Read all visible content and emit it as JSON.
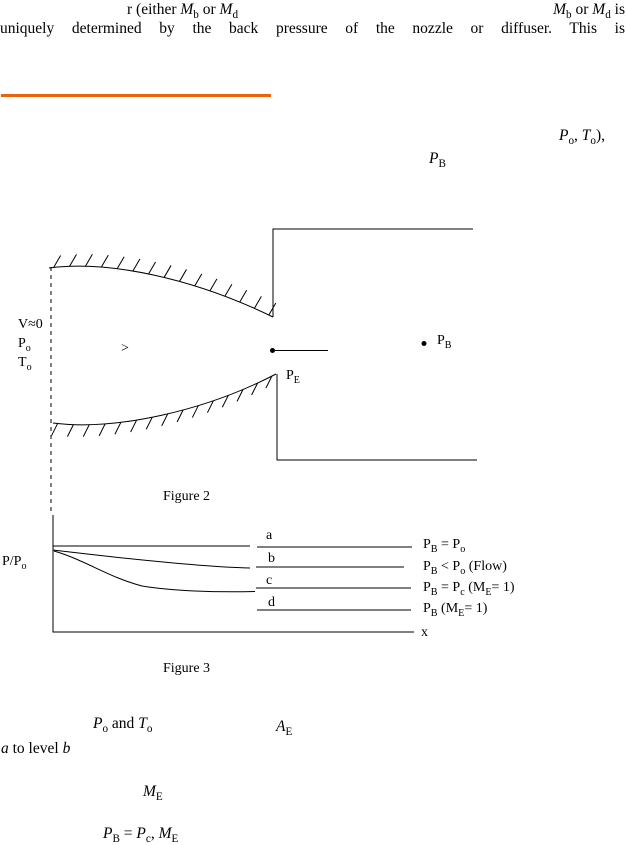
{
  "header": {
    "line1_left": "r (either *M*_{b} or *M*_{d}",
    "line1_right": "*M*_{b} or *M*_{d} is",
    "line2": "uniquely determined by the back pressure of the nozzle or diffuser. This is",
    "stagnation_ref": "*P*_{o}, *T*_{o}),",
    "back_pressure_ref": "*P*_{B}"
  },
  "accent_color": "#E8650C",
  "figure2": {
    "caption": "Figure 2",
    "inlet_velocity": "V≈0",
    "inlet_pressure": "P_{o}",
    "inlet_temperature": "T_{o}",
    "flow_direction": ">",
    "exit_pressure": "P_{E}",
    "back_pressure": "P_{B}"
  },
  "figure3": {
    "caption": "Figure 3",
    "y_axis": "P/P_{o}",
    "x_axis": "x",
    "curves": [
      "a",
      "b",
      "c",
      "d"
    ],
    "levels": [
      "P_{B} = P_{o}",
      "P_{B} < P_{o} (Flow)",
      "P_{B} = P_{c} (M_{E}= 1)",
      "P_{B} (M_{E}= 1)"
    ]
  },
  "body_text": {
    "stagnation_conditions": "*P*_{o} and *T*_{o}",
    "exit_area": "*A*_{E}",
    "level_range": "*a* to level *b*",
    "exit_mach": "*M*_{E}",
    "choked_condition": "*P*_{B} = *P*_{c}, *M*_{E}"
  }
}
